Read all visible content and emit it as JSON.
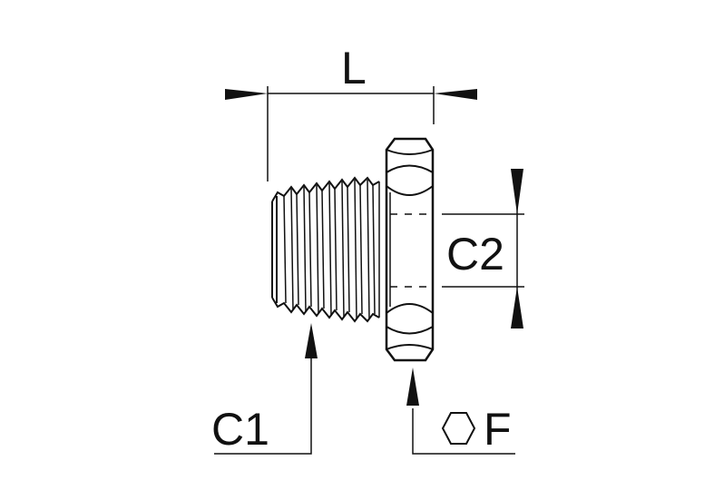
{
  "labels": {
    "length": "L",
    "thread": "C1",
    "inner": "C2",
    "hex": "F"
  },
  "icons": {
    "hex_symbol": "hexagon-icon"
  },
  "colors": {
    "line": "#111111",
    "background": "#ffffff"
  }
}
